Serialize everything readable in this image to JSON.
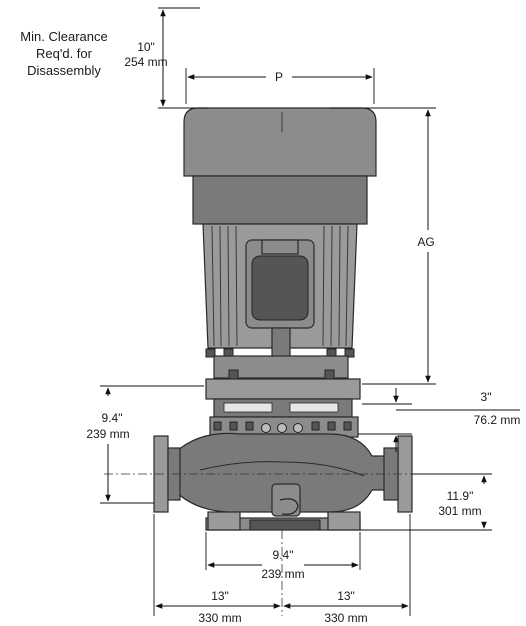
{
  "clearance_note": [
    "Min. Clearance",
    "Req'd. for",
    "Disassembly"
  ],
  "dimensions": {
    "top_clearance": {
      "imperial": "10\"",
      "metric": "254 mm"
    },
    "motor_width": {
      "label": "P"
    },
    "motor_height": {
      "label": "AG"
    },
    "base_to_flange": {
      "imperial": "3\"",
      "metric": "76.2 mm"
    },
    "centerline_height": {
      "imperial": "9.4\"",
      "metric": "239 mm"
    },
    "centerline_to_bottom": {
      "imperial": "11.9\"",
      "metric": "301 mm"
    },
    "foot_span": {
      "imperial": "9.4\"",
      "metric": "239 mm"
    },
    "left_half_length": {
      "imperial": "13\"",
      "metric": "330 mm"
    },
    "right_half_length": {
      "imperial": "13\"",
      "metric": "330 mm"
    }
  }
}
